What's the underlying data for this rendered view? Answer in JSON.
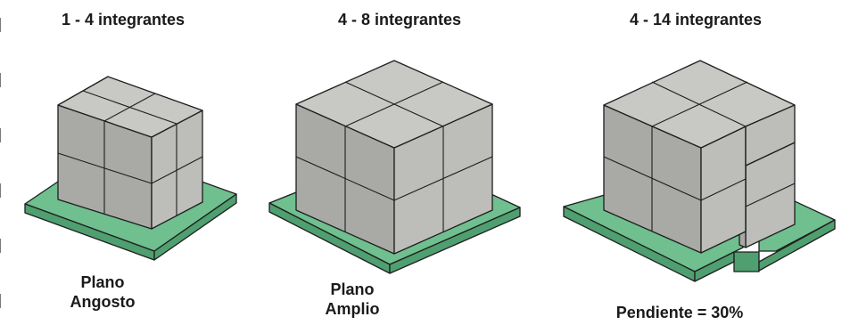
{
  "panels": [
    {
      "title": "1 - 4 integrantes",
      "note_line1": "Plano",
      "note_line2": "Angosto"
    },
    {
      "title": "4 - 8 integrantes",
      "note_line1": "Plano",
      "note_line2": "Amplio"
    },
    {
      "title": "4 - 14 integrantes",
      "note_line1": "Pendiente = 30%"
    }
  ],
  "colors": {
    "platform_top": "#6fbf8f",
    "platform_side": "#4f9f70",
    "block_top": "#c8c8c4",
    "block_left": "#a9a9a6",
    "block_right": "#bdbdb9",
    "outline": "#1e1e1e"
  }
}
